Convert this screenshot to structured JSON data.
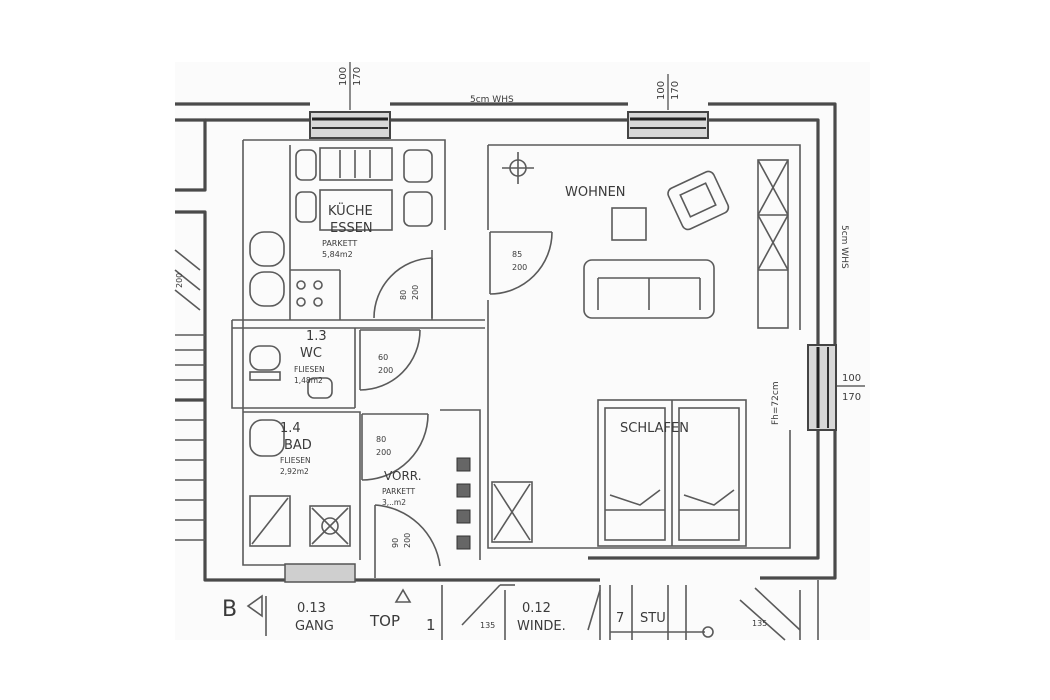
{
  "plan": {
    "top_wall_note": "5cm WHS",
    "right_wall_note": "5cm WHS",
    "window_note": "Fh=72cm",
    "rooms": {
      "kitchen": {
        "name": "KÜCHE",
        "name2": "ESSEN",
        "floor": "PARKETT",
        "area": "5,84m2"
      },
      "wohnen": {
        "name": "WOHNEN"
      },
      "wc": {
        "number": "1.3",
        "name": "WC",
        "floor": "FLIESEN",
        "area": "1,48m2"
      },
      "bad": {
        "number": "1.4",
        "name": "BAD",
        "floor": "FLIESEN",
        "area": "2,92m2"
      },
      "vorr": {
        "name": "VORR.",
        "floor": "PARKETT",
        "area": "3,..m2"
      },
      "schlafen": {
        "name": "SCHLAFEN"
      }
    },
    "windows": {
      "top_left": {
        "a": "100",
        "b": "170"
      },
      "top_right": {
        "a": "100",
        "b": "170"
      },
      "right": {
        "a": "100",
        "b": "170"
      }
    },
    "doors": {
      "wohnen": {
        "a": "85",
        "b": "200"
      },
      "kitchen": {
        "a": "80",
        "b": "200"
      },
      "wc": {
        "a": "60",
        "b": "200"
      },
      "bad": {
        "a": "80",
        "b": "200"
      },
      "vorr": {
        "a": "90",
        "b": "200"
      }
    },
    "bottom_labels": {
      "b": "B",
      "gang_no": "0.13",
      "gang": "GANG",
      "top": "TOP",
      "top_no": "1",
      "dim_left": "135",
      "winde_no": "0.12",
      "winde": "WINDE.",
      "stu_no": "7",
      "stu": "STU",
      "dim_right": "135"
    },
    "left_stair_label": "200"
  }
}
